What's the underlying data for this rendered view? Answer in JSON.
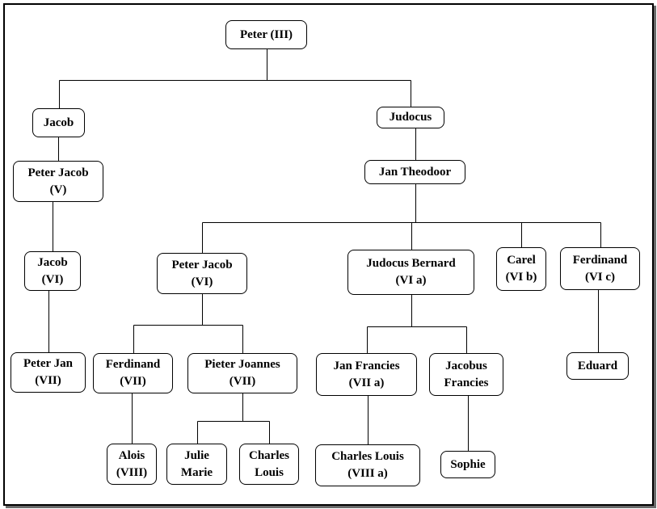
{
  "tree": {
    "nodes": [
      {
        "id": "peter-iii",
        "lines": [
          "Peter (III)"
        ]
      },
      {
        "id": "jacob",
        "lines": [
          "Jacob"
        ]
      },
      {
        "id": "judocus",
        "lines": [
          "Judocus"
        ]
      },
      {
        "id": "peter-jacob-v",
        "lines": [
          "Peter Jacob",
          "(V)"
        ]
      },
      {
        "id": "jan-theodoor",
        "lines": [
          "Jan Theodoor"
        ]
      },
      {
        "id": "jacob-vi",
        "lines": [
          "Jacob",
          "(VI)"
        ]
      },
      {
        "id": "peter-jacob-vi",
        "lines": [
          "Peter Jacob",
          "(VI)"
        ]
      },
      {
        "id": "judocus-bernard",
        "lines": [
          "Judocus Bernard",
          "(VI a)"
        ]
      },
      {
        "id": "carel",
        "lines": [
          "Carel",
          "(VI b)"
        ]
      },
      {
        "id": "ferdinand-vi-c",
        "lines": [
          "Ferdinand",
          "(VI c)"
        ]
      },
      {
        "id": "peter-jan",
        "lines": [
          "Peter Jan",
          "(VII)"
        ]
      },
      {
        "id": "ferdinand-vii",
        "lines": [
          "Ferdinand",
          "(VII)"
        ]
      },
      {
        "id": "pieter-joannes",
        "lines": [
          "Pieter Joannes",
          "(VII)"
        ]
      },
      {
        "id": "jan-francies",
        "lines": [
          "Jan Francies",
          "(VII a)"
        ]
      },
      {
        "id": "jacobus-francies",
        "lines": [
          "Jacobus",
          "Francies"
        ]
      },
      {
        "id": "eduard",
        "lines": [
          "Eduard"
        ]
      },
      {
        "id": "alois",
        "lines": [
          "Alois",
          "(VIII)"
        ]
      },
      {
        "id": "julie-marie",
        "lines": [
          "Julie",
          "Marie"
        ]
      },
      {
        "id": "charles-louis-1",
        "lines": [
          "Charles",
          "Louis"
        ]
      },
      {
        "id": "charles-louis-2",
        "lines": [
          "Charles Louis",
          "(VIII a)"
        ]
      },
      {
        "id": "sophie",
        "lines": [
          "Sophie"
        ]
      }
    ],
    "edges": [
      [
        "peter-iii",
        "jacob"
      ],
      [
        "peter-iii",
        "judocus"
      ],
      [
        "jacob",
        "peter-jacob-v"
      ],
      [
        "judocus",
        "jan-theodoor"
      ],
      [
        "peter-jacob-v",
        "jacob-vi"
      ],
      [
        "jan-theodoor",
        "peter-jacob-vi"
      ],
      [
        "jan-theodoor",
        "judocus-bernard"
      ],
      [
        "jan-theodoor",
        "carel"
      ],
      [
        "jan-theodoor",
        "ferdinand-vi-c"
      ],
      [
        "jacob-vi",
        "peter-jan"
      ],
      [
        "peter-jacob-vi",
        "ferdinand-vii"
      ],
      [
        "peter-jacob-vi",
        "pieter-joannes"
      ],
      [
        "judocus-bernard",
        "jan-francies"
      ],
      [
        "judocus-bernard",
        "jacobus-francies"
      ],
      [
        "ferdinand-vi-c",
        "eduard"
      ],
      [
        "ferdinand-vii",
        "alois"
      ],
      [
        "pieter-joannes",
        "julie-marie"
      ],
      [
        "pieter-joannes",
        "charles-louis-1"
      ],
      [
        "jan-francies",
        "charles-louis-2"
      ],
      [
        "jacobus-francies",
        "sophie"
      ]
    ]
  }
}
